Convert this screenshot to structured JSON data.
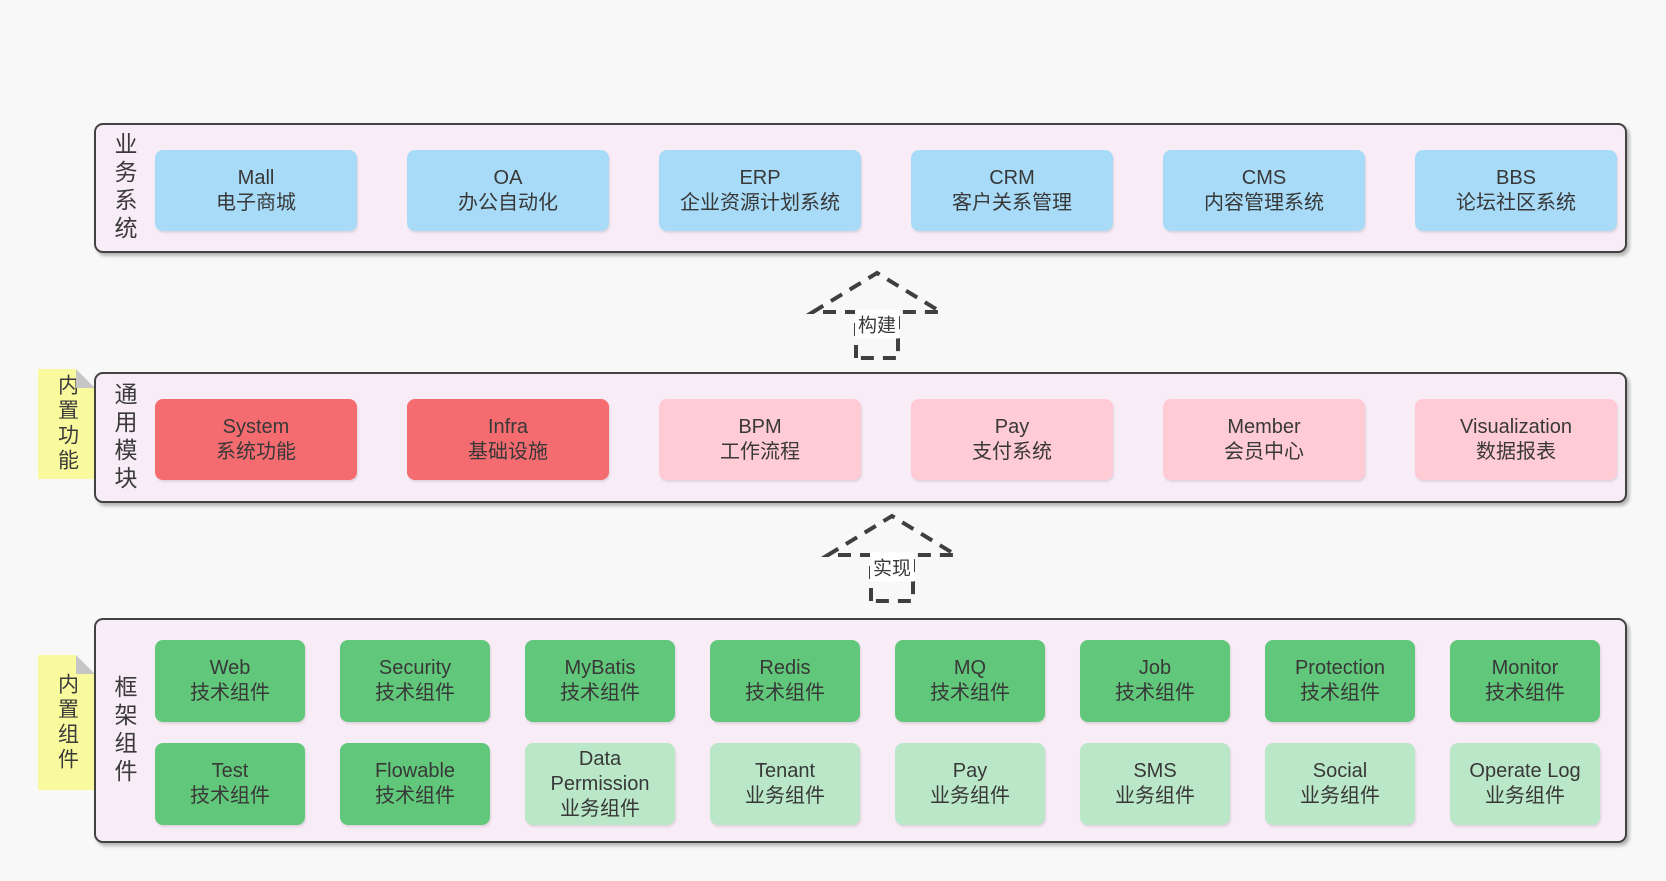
{
  "colors": {
    "page_bg": "#f8f8f8",
    "panel_bg": "#f8ecf6",
    "panel_border": "#424242",
    "business_system_blue": "#a7dbf8",
    "core_module_red": "#f56c70",
    "common_module_pink": "#ffcbd4",
    "tech_component_green": "#61c77a",
    "biz_component_lightgreen": "#bae7c8",
    "sticky_yellow": "#f9fa9d"
  },
  "stickies": [
    {
      "label": "内置功能"
    },
    {
      "label": "内置组件"
    }
  ],
  "arrows": [
    {
      "label": "构建"
    },
    {
      "label": "实现"
    }
  ],
  "layers": [
    {
      "label": "业务系统",
      "boxes": [
        {
          "name": "Mall",
          "subtitle": "电子商城",
          "variant": "business-system"
        },
        {
          "name": "OA",
          "subtitle": "办公自动化",
          "variant": "business-system"
        },
        {
          "name": "ERP",
          "subtitle": "企业资源计划系统",
          "variant": "business-system"
        },
        {
          "name": "CRM",
          "subtitle": "客户关系管理",
          "variant": "business-system"
        },
        {
          "name": "CMS",
          "subtitle": "内容管理系统",
          "variant": "business-system"
        },
        {
          "name": "BBS",
          "subtitle": "论坛社区系统",
          "variant": "business-system"
        }
      ]
    },
    {
      "label": "通用模块",
      "boxes": [
        {
          "name": "System",
          "subtitle": "系统功能",
          "variant": "core-module"
        },
        {
          "name": "Infra",
          "subtitle": "基础设施",
          "variant": "core-module"
        },
        {
          "name": "BPM",
          "subtitle": "工作流程",
          "variant": "common-module"
        },
        {
          "name": "Pay",
          "subtitle": "支付系统",
          "variant": "common-module"
        },
        {
          "name": "Member",
          "subtitle": "会员中心",
          "variant": "common-module"
        },
        {
          "name": "Visualization",
          "subtitle": "数据报表",
          "variant": "common-module"
        }
      ]
    },
    {
      "label": "框架组件",
      "rows": [
        [
          {
            "name": "Web",
            "subtitle": "技术组件",
            "variant": "tech-component"
          },
          {
            "name": "Security",
            "subtitle": "技术组件",
            "variant": "tech-component"
          },
          {
            "name": "MyBatis",
            "subtitle": "技术组件",
            "variant": "tech-component"
          },
          {
            "name": "Redis",
            "subtitle": "技术组件",
            "variant": "tech-component"
          },
          {
            "name": "MQ",
            "subtitle": "技术组件",
            "variant": "tech-component"
          },
          {
            "name": "Job",
            "subtitle": "技术组件",
            "variant": "tech-component"
          },
          {
            "name": "Protection",
            "subtitle": "技术组件",
            "variant": "tech-component"
          },
          {
            "name": "Monitor",
            "subtitle": "技术组件",
            "variant": "tech-component"
          }
        ],
        [
          {
            "name": "Test",
            "subtitle": "技术组件",
            "variant": "tech-component"
          },
          {
            "name": "Flowable",
            "subtitle": "技术组件",
            "variant": "tech-component"
          },
          {
            "name": "Data Permission",
            "subtitle": "业务组件",
            "variant": "biz-component"
          },
          {
            "name": "Tenant",
            "subtitle": "业务组件",
            "variant": "biz-component"
          },
          {
            "name": "Pay",
            "subtitle": "业务组件",
            "variant": "biz-component"
          },
          {
            "name": "SMS",
            "subtitle": "业务组件",
            "variant": "biz-component"
          },
          {
            "name": "Social",
            "subtitle": "业务组件",
            "variant": "biz-component"
          },
          {
            "name": "Operate Log",
            "subtitle": "业务组件",
            "variant": "biz-component"
          }
        ]
      ]
    }
  ]
}
